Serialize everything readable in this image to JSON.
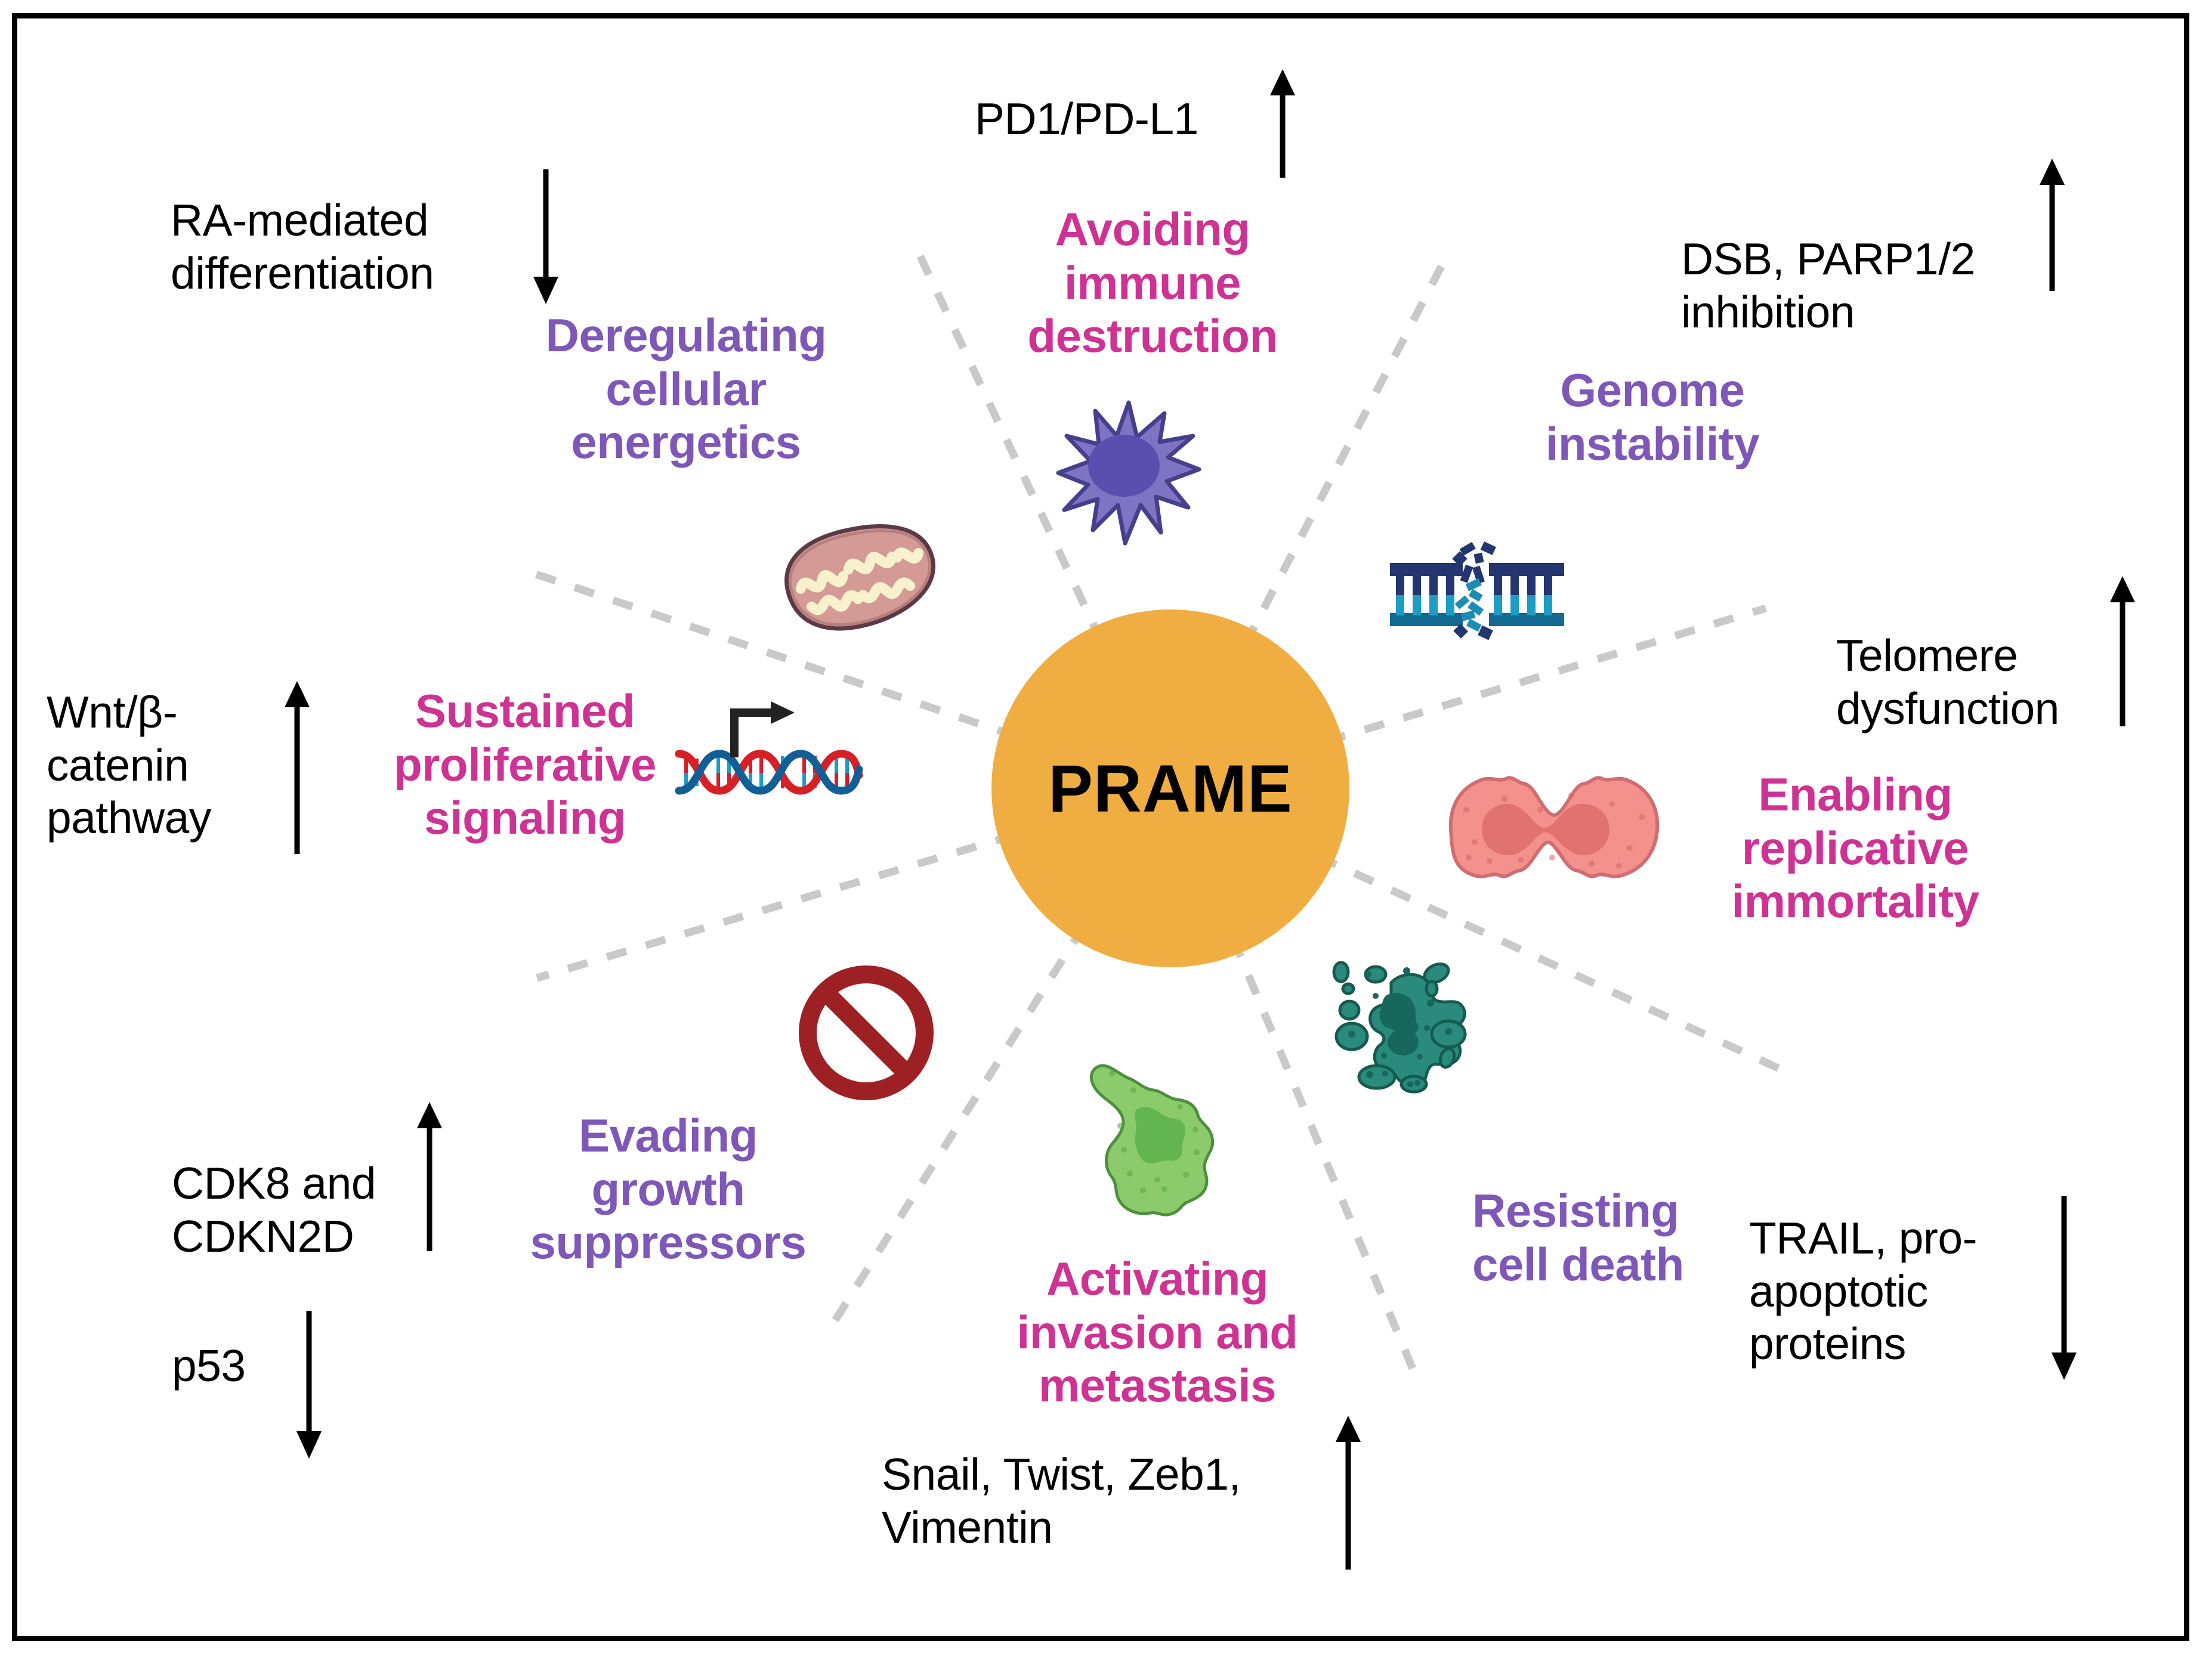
{
  "figure": {
    "center_label": "PRAME",
    "center_color": "#F0AD42",
    "hallmark_pink_color": "#CE3293",
    "hallmark_purple_color": "#7E57B8",
    "border_color": "#000000",
    "spoke_color": "#C9C9C9"
  },
  "hallmarks": [
    {
      "id": "avoiding-immune-destruction",
      "label": "Avoiding\nimmune\ndestruction",
      "line1": "Avoiding",
      "line2": "immune",
      "line3": "destruction",
      "color": "#CE3293",
      "icon": "dendritic-cell-icon",
      "annotation": "PD1/PD-L1",
      "annotation_line1": "PD1/PD-L1",
      "annotation_line2": "",
      "arrow": "up"
    },
    {
      "id": "genome-instability",
      "label": "Genome\ninstability",
      "line1": "Genome",
      "line2": "instability",
      "line3": "",
      "color": "#7E57B8",
      "icon": "dna-double-strand-break-icon",
      "annotation": "DSB, PARP1/2 inhibition",
      "annotation_line1": "DSB, PARP1/2",
      "annotation_line2": "inhibition",
      "arrow": "up"
    },
    {
      "id": "enabling-replicative-immortality",
      "label": "Enabling\nreplicative\nimmortality",
      "line1": "Enabling",
      "line2": "replicative",
      "line3": "immortality",
      "color": "#CE3293",
      "icon": "dividing-cell-icon",
      "annotation": "Telomere dysfunction",
      "annotation_line1": "Telomere",
      "annotation_line2": "dysfunction",
      "arrow": "up"
    },
    {
      "id": "resisting-cell-death",
      "label": "Resisting\ncell death",
      "line1": "Resisting",
      "line2": "cell death",
      "line3": "",
      "color": "#7E57B8",
      "icon": "apoptotic-cell-icon",
      "annotation": "TRAIL, pro-apoptotic proteins",
      "annotation_line1": "TRAIL, pro-",
      "annotation_line2": "apoptotic",
      "annotation_line3": "proteins",
      "arrow": "down"
    },
    {
      "id": "activating-invasion-and-metastasis",
      "label": "Activating\ninvasion and\nmetastasis",
      "line1": "Activating",
      "line2": "invasion and",
      "line3": "metastasis",
      "color": "#CE3293",
      "icon": "migrating-cell-icon",
      "annotation": "Snail, Twist, Zeb1, Vimentin",
      "annotation_line1": "Snail, Twist, Zeb1,",
      "annotation_line2": "Vimentin",
      "arrow": "up"
    },
    {
      "id": "evading-growth-suppressors",
      "label": "Evading\ngrowth\nsuppressors",
      "line1": "Evading",
      "line2": "growth",
      "line3": "suppressors",
      "color": "#7E57B8",
      "icon": "prohibition-icon",
      "annotation": "CDK8 and CDKN2D / p53",
      "annotation_line1": "CDK8 and",
      "annotation_line2": "CDKN2D",
      "annotation2": "p53",
      "arrow": "up",
      "arrow2": "down"
    },
    {
      "id": "sustained-proliferative-signaling",
      "label": "Sustained\nproliferative\nsignaling",
      "line1": "Sustained",
      "line2": "proliferative",
      "line3": "signaling",
      "color": "#CE3293",
      "icon": "dna-transcription-icon",
      "annotation": "Wnt/β-catenin pathway",
      "annotation_line1": "Wnt/β-",
      "annotation_line2": "catenin",
      "annotation_line3": "pathway",
      "arrow": "up"
    },
    {
      "id": "deregulating-cellular-energetics",
      "label": "Deregulating\ncellular\nenergetics",
      "line1": "Deregulating",
      "line2": "cellular",
      "line3": "energetics",
      "color": "#7E57B8",
      "icon": "mitochondrion-icon",
      "annotation": "RA-mediated differentiation",
      "annotation_line1": "RA-mediated",
      "annotation_line2": "differentiation",
      "arrow": "down"
    }
  ]
}
